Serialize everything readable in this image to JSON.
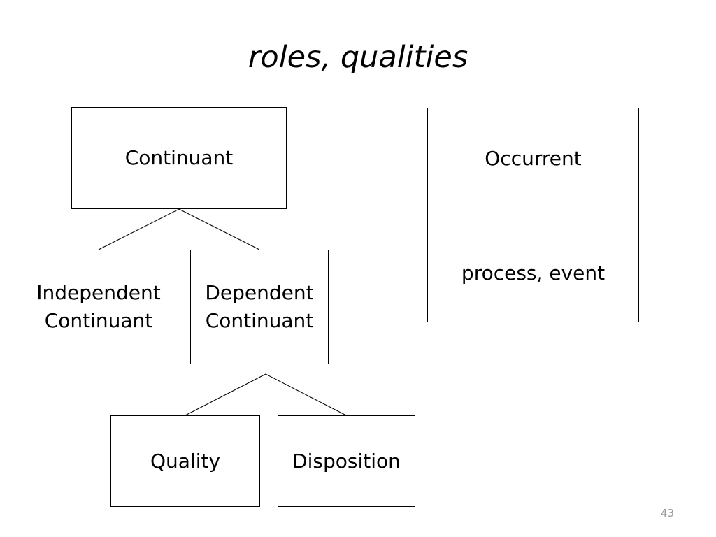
{
  "slide": {
    "title": "roles, qualities",
    "page_number": "43"
  },
  "nodes": {
    "continuant": "Continuant",
    "independent": [
      "Independent",
      "Continuant"
    ],
    "dependent": [
      "Dependent",
      "Continuant"
    ],
    "quality": "Quality",
    "disposition": "Disposition",
    "occurrent": {
      "title": "Occurrent",
      "subtitle": "process, event"
    }
  },
  "colors": {
    "background": "#ffffff",
    "stroke": "#000000",
    "page_number": "#9a9a9a"
  }
}
